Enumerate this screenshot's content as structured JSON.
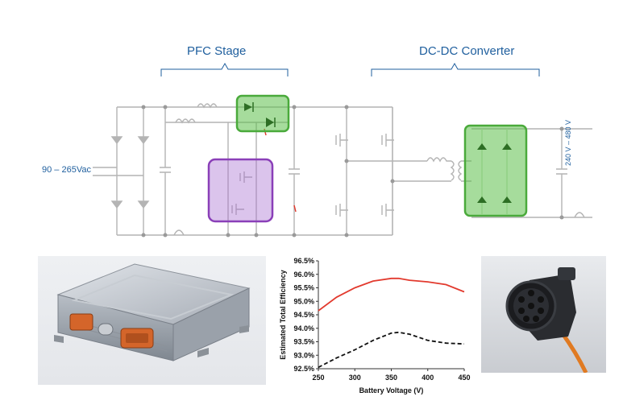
{
  "labels": {
    "pfc_stage": "PFC Stage",
    "dcdc_converter": "DC-DC Converter",
    "input_voltage": "90 – 265Vac",
    "output_voltage": "240 V – 480 V"
  },
  "colors": {
    "label_blue": "#1f5f9e",
    "wire_gray": "#b4b4b4",
    "highlight_green": "#5cbf4a",
    "highlight_purple": "#a46bd0",
    "curve_red": "#e23a2e",
    "curve_black": "#111111"
  },
  "chart_data": {
    "type": "line",
    "title": "",
    "xlabel": "Battery Voltage (V)",
    "ylabel": "Estimated Total Efficiency",
    "xlim": [
      250,
      450
    ],
    "ylim": [
      92.5,
      96.5
    ],
    "x_ticks": [
      "250",
      "300",
      "350",
      "400",
      "450"
    ],
    "y_ticks": [
      "92.5%",
      "93.0%",
      "93.5%",
      "94.0%",
      "94.5%",
      "95.0%",
      "95.5%",
      "96.0%",
      "96.5%"
    ],
    "grid": false,
    "series": [
      {
        "style": "solid",
        "color": "#e23a2e",
        "x": [
          250,
          275,
          300,
          325,
          350,
          360,
          375,
          400,
          425,
          450
        ],
        "y": [
          94.65,
          95.15,
          95.5,
          95.75,
          95.85,
          95.85,
          95.78,
          95.72,
          95.62,
          95.35
        ]
      },
      {
        "style": "dashed",
        "color": "#111111",
        "x": [
          250,
          275,
          300,
          325,
          350,
          360,
          375,
          400,
          425,
          450
        ],
        "y": [
          92.55,
          92.9,
          93.2,
          93.55,
          93.82,
          93.85,
          93.78,
          93.55,
          93.45,
          93.42
        ]
      }
    ]
  }
}
